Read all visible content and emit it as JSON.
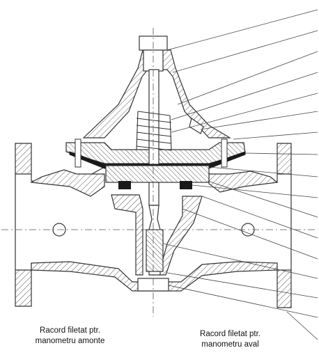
{
  "captions": {
    "upstream": {
      "line1": "Racord filetat ptr.",
      "line2": "manometru amonte"
    },
    "downstream": {
      "line1": "Racord filetat ptr.",
      "line2": "manometru aval"
    }
  },
  "drawing": {
    "line_color": "#333333",
    "hatch_color": "#444444",
    "fill_color": "#ffffff",
    "dark_fill": "#1a1a1a"
  }
}
